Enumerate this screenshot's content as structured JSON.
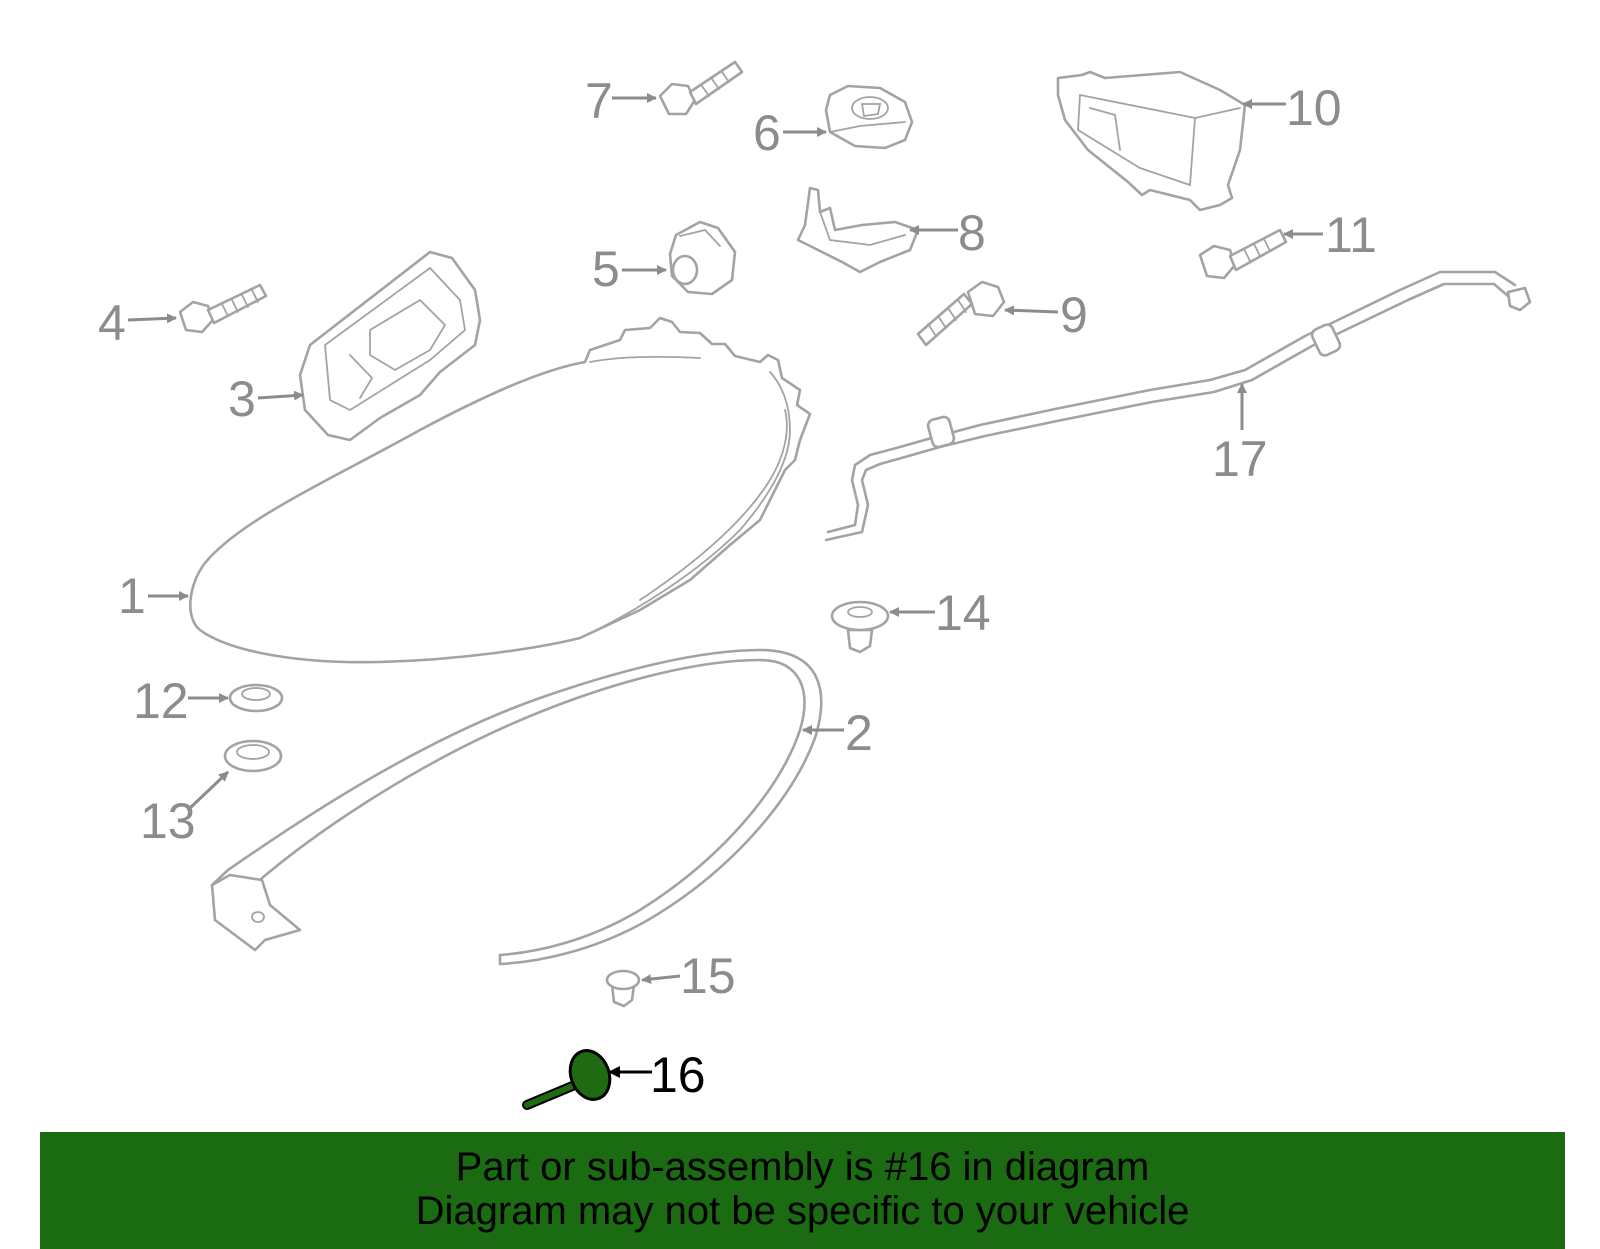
{
  "colors": {
    "banner_background": "#1b6b12",
    "highlight_part": "#1f6b12",
    "outline": "#a3a3a3",
    "callout_gray": "#8c8c8c",
    "callout_highlight": "#000000"
  },
  "callouts": {
    "c1": "1",
    "c2": "2",
    "c3": "3",
    "c4": "4",
    "c5": "5",
    "c6": "6",
    "c7": "7",
    "c8": "8",
    "c9": "9",
    "c10": "10",
    "c11": "11",
    "c12": "12",
    "c13": "13",
    "c14": "14",
    "c15": "15",
    "c16": "16",
    "c17": "17"
  },
  "highlighted_part": "16",
  "banner": {
    "line1": "Part or sub-assembly is #16 in diagram",
    "line2": "Diagram may not be specific to your vehicle"
  }
}
